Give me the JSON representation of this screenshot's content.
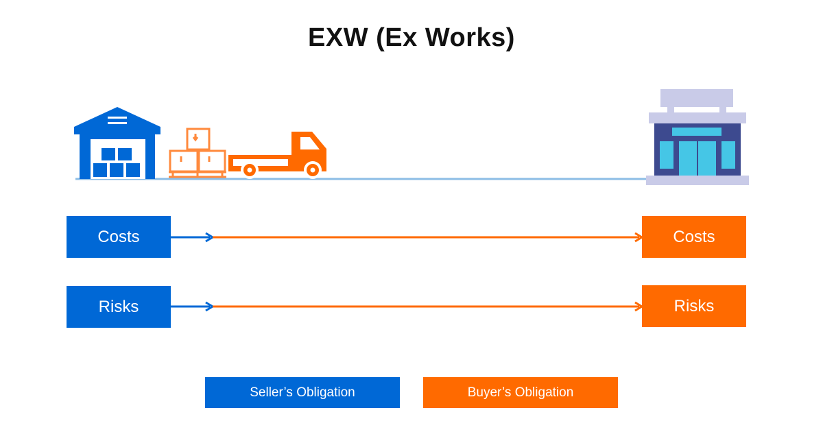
{
  "title": "EXW (Ex Works)",
  "colors": {
    "seller": "#0068d6",
    "buyer": "#ff6a00",
    "ground_line": "#8cbde6",
    "store_body": "#3d4a8f",
    "store_roof": "#c9cbe8",
    "store_glass": "#45c6e6"
  },
  "icons": [
    "warehouse-icon",
    "boxes-icon",
    "truck-icon",
    "store-icon"
  ],
  "rows": [
    {
      "seller_label": "Costs",
      "buyer_label": "Costs"
    },
    {
      "seller_label": "Risks",
      "buyer_label": "Risks"
    }
  ],
  "legend": {
    "seller": "Seller’s Obligation",
    "buyer": "Buyer’s Obligation"
  }
}
